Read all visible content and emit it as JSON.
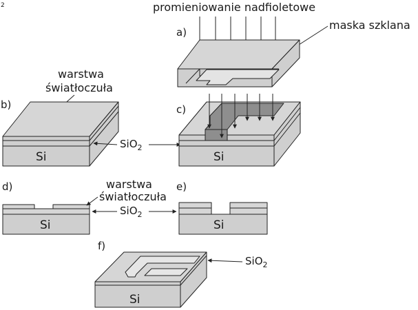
{
  "corner_mark": "2",
  "labels": {
    "uv": "promieniowanie nadfioletowe",
    "mask": "maska szklana",
    "photoresist_1": "warstwa",
    "photoresist_2": "światłoczuła",
    "photoresist_mid_1": "warstwa",
    "photoresist_mid_2": "światłoczuła",
    "sio2_base": "SiO",
    "sio2_sub": "2",
    "si": "Si"
  },
  "steps": {
    "a": "a)",
    "b": "b)",
    "c": "c)",
    "d": "d)",
    "e": "e)",
    "f": "f)"
  },
  "colors": {
    "layer_fill": "#d6d6d6",
    "exposed_fill": "#8e8e8e",
    "stroke": "#222222"
  }
}
